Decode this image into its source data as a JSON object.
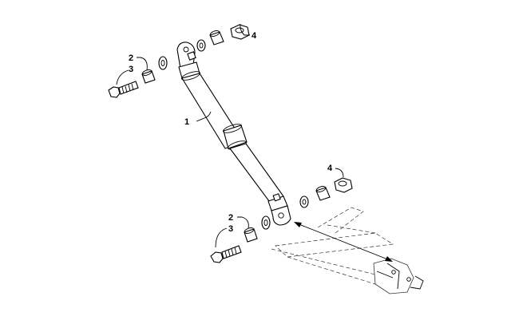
{
  "callouts": {
    "shock_absorber": "1",
    "bushing_upper": "2",
    "bolt_upper": "3",
    "nut_upper": "4",
    "nut_lower": "4",
    "bushing_lower": "2",
    "bolt_lower": "3"
  }
}
